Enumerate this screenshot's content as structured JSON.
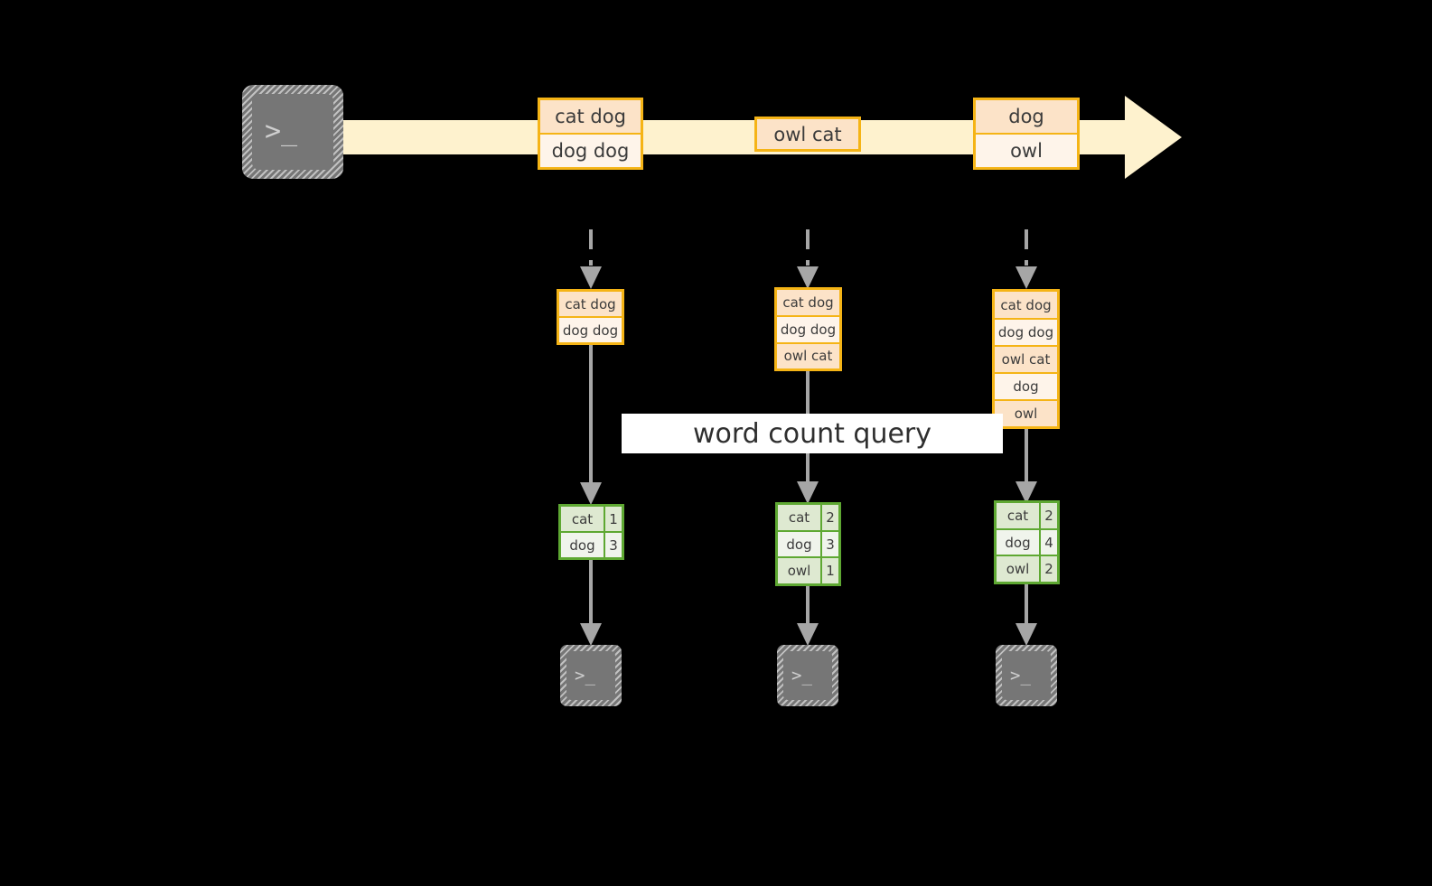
{
  "colors": {
    "background": "#000000",
    "stream_fill": "#FEF2CE",
    "record_border": "#F5B416",
    "record_fill_dark": "#FCE3C8",
    "record_fill_light": "#FEF4EA",
    "count_border": "#5EA832",
    "count_fill_dark": "#DEE9D1",
    "count_fill_light": "#F0F4EC",
    "connector": "#A6A6A6",
    "terminal_fill": "#767676",
    "banner_fill": "#FFFFFF",
    "text": "#3B3B3B"
  },
  "source": {
    "icon": "terminal-icon",
    "glyph": ">_"
  },
  "stream": {
    "label": "event-stream-arrow",
    "records": [
      {
        "name": "stream-record-1",
        "rows": [
          {
            "text": "cat dog",
            "shade": "dark"
          },
          {
            "text": "dog dog",
            "shade": "light"
          }
        ]
      },
      {
        "name": "stream-record-2",
        "rows": [
          {
            "text": "owl cat",
            "shade": "dark"
          }
        ]
      },
      {
        "name": "stream-record-3",
        "rows": [
          {
            "text": "dog",
            "shade": "dark"
          },
          {
            "text": "owl",
            "shade": "light"
          }
        ]
      }
    ]
  },
  "query": {
    "label": "word count query"
  },
  "snapshots": [
    {
      "name": "snapshot-1",
      "input_rows": [
        {
          "text": "cat dog",
          "shade": "dark"
        },
        {
          "text": "dog dog",
          "shade": "light"
        }
      ],
      "counts": [
        {
          "word": "cat",
          "count": "1",
          "shade": "dark"
        },
        {
          "word": "dog",
          "count": "3",
          "shade": "light"
        }
      ],
      "sink": {
        "icon": "terminal-icon",
        "glyph": ">_"
      }
    },
    {
      "name": "snapshot-2",
      "input_rows": [
        {
          "text": "cat dog",
          "shade": "dark"
        },
        {
          "text": "dog dog",
          "shade": "light"
        },
        {
          "text": "owl cat",
          "shade": "dark"
        }
      ],
      "counts": [
        {
          "word": "cat",
          "count": "2",
          "shade": "dark"
        },
        {
          "word": "dog",
          "count": "3",
          "shade": "light"
        },
        {
          "word": "owl",
          "count": "1",
          "shade": "dark"
        }
      ],
      "sink": {
        "icon": "terminal-icon",
        "glyph": ">_"
      }
    },
    {
      "name": "snapshot-3",
      "input_rows": [
        {
          "text": "cat dog",
          "shade": "dark"
        },
        {
          "text": "dog dog",
          "shade": "light"
        },
        {
          "text": "owl cat",
          "shade": "dark"
        },
        {
          "text": "dog",
          "shade": "light"
        },
        {
          "text": "owl",
          "shade": "dark"
        }
      ],
      "counts": [
        {
          "word": "cat",
          "count": "2",
          "shade": "dark"
        },
        {
          "word": "dog",
          "count": "4",
          "shade": "light"
        },
        {
          "word": "owl",
          "count": "2",
          "shade": "dark"
        }
      ],
      "sink": {
        "icon": "terminal-icon",
        "glyph": ">_"
      }
    }
  ]
}
